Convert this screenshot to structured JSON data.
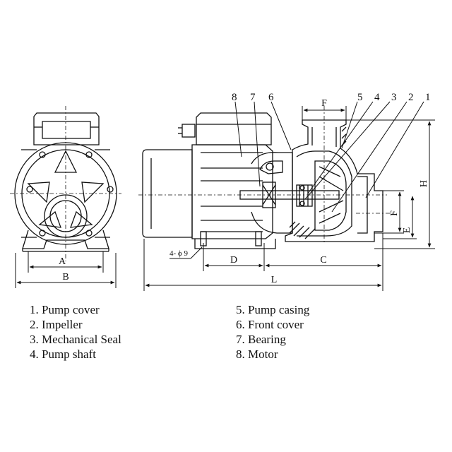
{
  "dimensions": {
    "A": "A",
    "B": "B",
    "D": "D",
    "C": "C",
    "L": "L",
    "F_top": "F",
    "F_side": "F",
    "E": "E",
    "H": "H",
    "holes": "4- ϕ 9"
  },
  "callouts": [
    "8",
    "7",
    "6",
    "5",
    "4",
    "3",
    "2",
    "1"
  ],
  "legend": {
    "left": [
      "1. Pump cover",
      "2. Impeller",
      "3. Mechanical Seal",
      "4. Pump shaft"
    ],
    "right": [
      "5. Pump casing",
      "6. Front cover",
      "7. Bearing",
      "8. Motor"
    ]
  }
}
